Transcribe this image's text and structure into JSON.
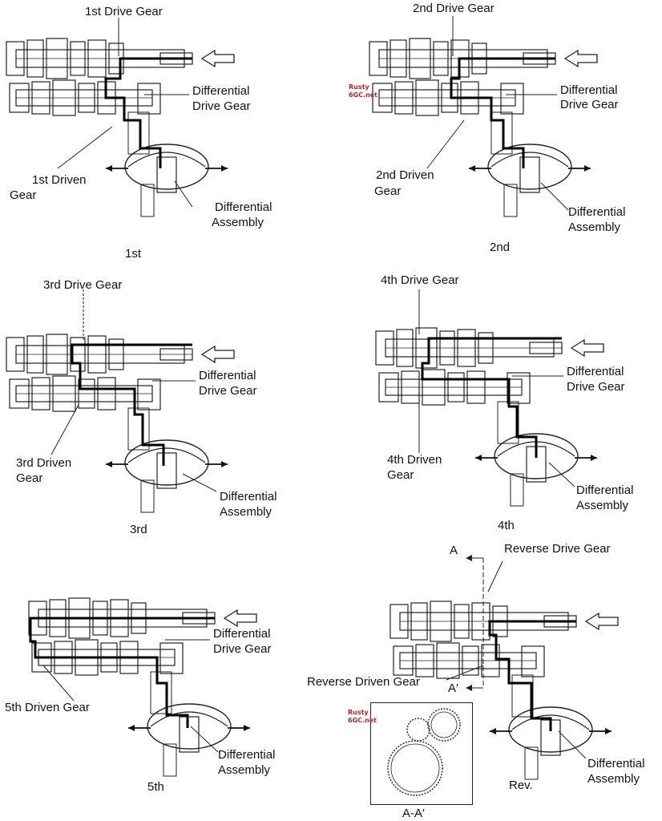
{
  "watermark": {
    "line1": "Rusty",
    "line2": "6GC.net"
  },
  "panels": {
    "first": {
      "caption": "1st",
      "drive_gear": "1st Drive Gear",
      "diff_drive_1": "Differential",
      "diff_drive_2": "Drive Gear",
      "driven_1": "1st Driven",
      "driven_2": "Gear",
      "assy_1": "Differential",
      "assy_2": "Assembly"
    },
    "second": {
      "caption": "2nd",
      "drive_gear": "2nd Drive Gear",
      "diff_drive_1": "Differential",
      "diff_drive_2": "Drive Gear",
      "driven_1": "2nd Driven",
      "driven_2": "Gear",
      "assy_1": "Differential",
      "assy_2": "Assembly"
    },
    "third": {
      "caption": "3rd",
      "drive_gear": "3rd Drive Gear",
      "diff_drive_1": "Differential",
      "diff_drive_2": "Drive Gear",
      "driven_1": "3rd Driven",
      "driven_2": "Gear",
      "assy_1": "Differential",
      "assy_2": "Assembly"
    },
    "fourth": {
      "caption": "4th",
      "drive_gear": "4th Drive Gear",
      "diff_drive_1": "Differential",
      "diff_drive_2": "Drive Gear",
      "driven_1": "4th Driven",
      "driven_2": "Gear",
      "assy_1": "Differential",
      "assy_2": "Assembly"
    },
    "fifth": {
      "caption": "5th",
      "diff_drive_1": "Differential",
      "diff_drive_2": "Drive Gear",
      "driven_1": "5th Driven Gear",
      "assy_1": "Differential",
      "assy_2": "Assembly"
    },
    "reverse": {
      "caption": "Rev.",
      "drive_gear": "Reverse Drive Gear",
      "driven_gear": "Reverse Driven Gear",
      "section_a": "A",
      "section_a_prime": "A′",
      "section_view": "A-A′",
      "assy_1": "Differential",
      "assy_2": "Assembly"
    }
  }
}
